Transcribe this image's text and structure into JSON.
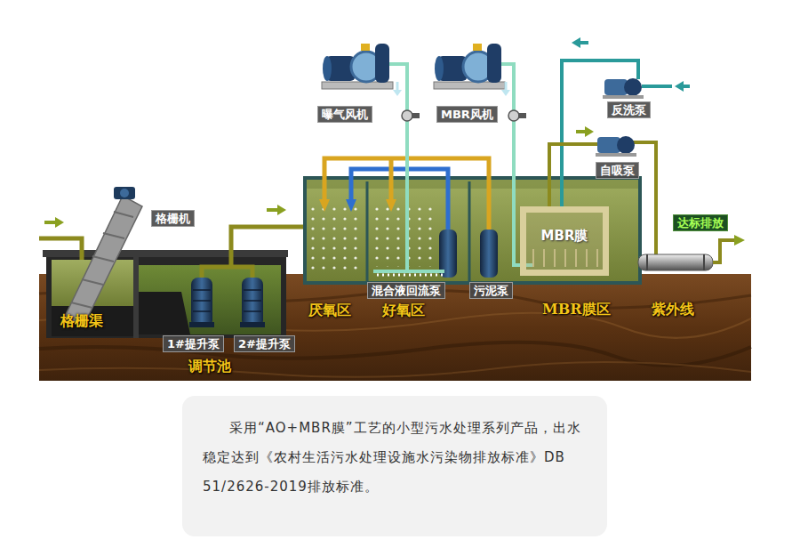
{
  "diagram": {
    "caption": "采用“AO+MBR膜”工艺的小型污水处理系列产品，出水稳定达到《农村生活污水处理设施水污染物排放标准》DB 51/2626-2019排放标准。",
    "nodes": [
      {
        "text": [
          "曝气风机"
        ]
      },
      {
        "text": [
          "MBR风机"
        ]
      },
      {
        "text": [
          "反洗泵"
        ]
      },
      {
        "text": [
          "自吸泵"
        ]
      },
      {
        "text": [
          "格栅机"
        ]
      },
      {
        "text": [
          "MBR膜"
        ]
      },
      {
        "text": [
          "达标排放"
        ]
      },
      {
        "text": [
          "混合液回流泵"
        ]
      },
      {
        "text": [
          "污泥泵"
        ]
      },
      {
        "text": [
          "1#提升泵"
        ]
      },
      {
        "text": [
          "2#提升泵"
        ]
      }
    ],
    "labels": [
      "格栅渠",
      "调节池",
      "厌氧区",
      "好氧区",
      "MBR膜区",
      "紫外线"
    ]
  }
}
